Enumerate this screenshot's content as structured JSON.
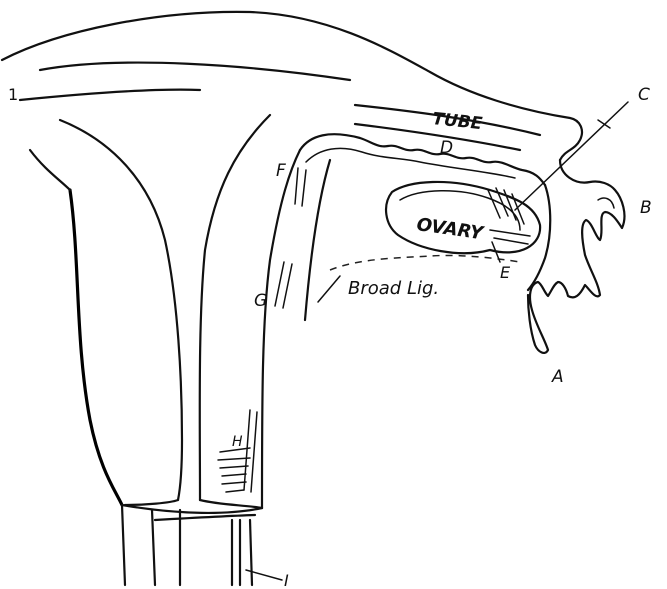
{
  "labels": {
    "tube": "TUBE",
    "ovary": "OVARY",
    "broad_lig": "Broad Lig.",
    "a": "A",
    "b": "B",
    "c": "C",
    "d": "D",
    "e": "E",
    "f": "F",
    "g": "G",
    "h": "H",
    "i": "I",
    "one": "1"
  },
  "colors": {
    "ink": "#111111",
    "background": "#ffffff"
  }
}
